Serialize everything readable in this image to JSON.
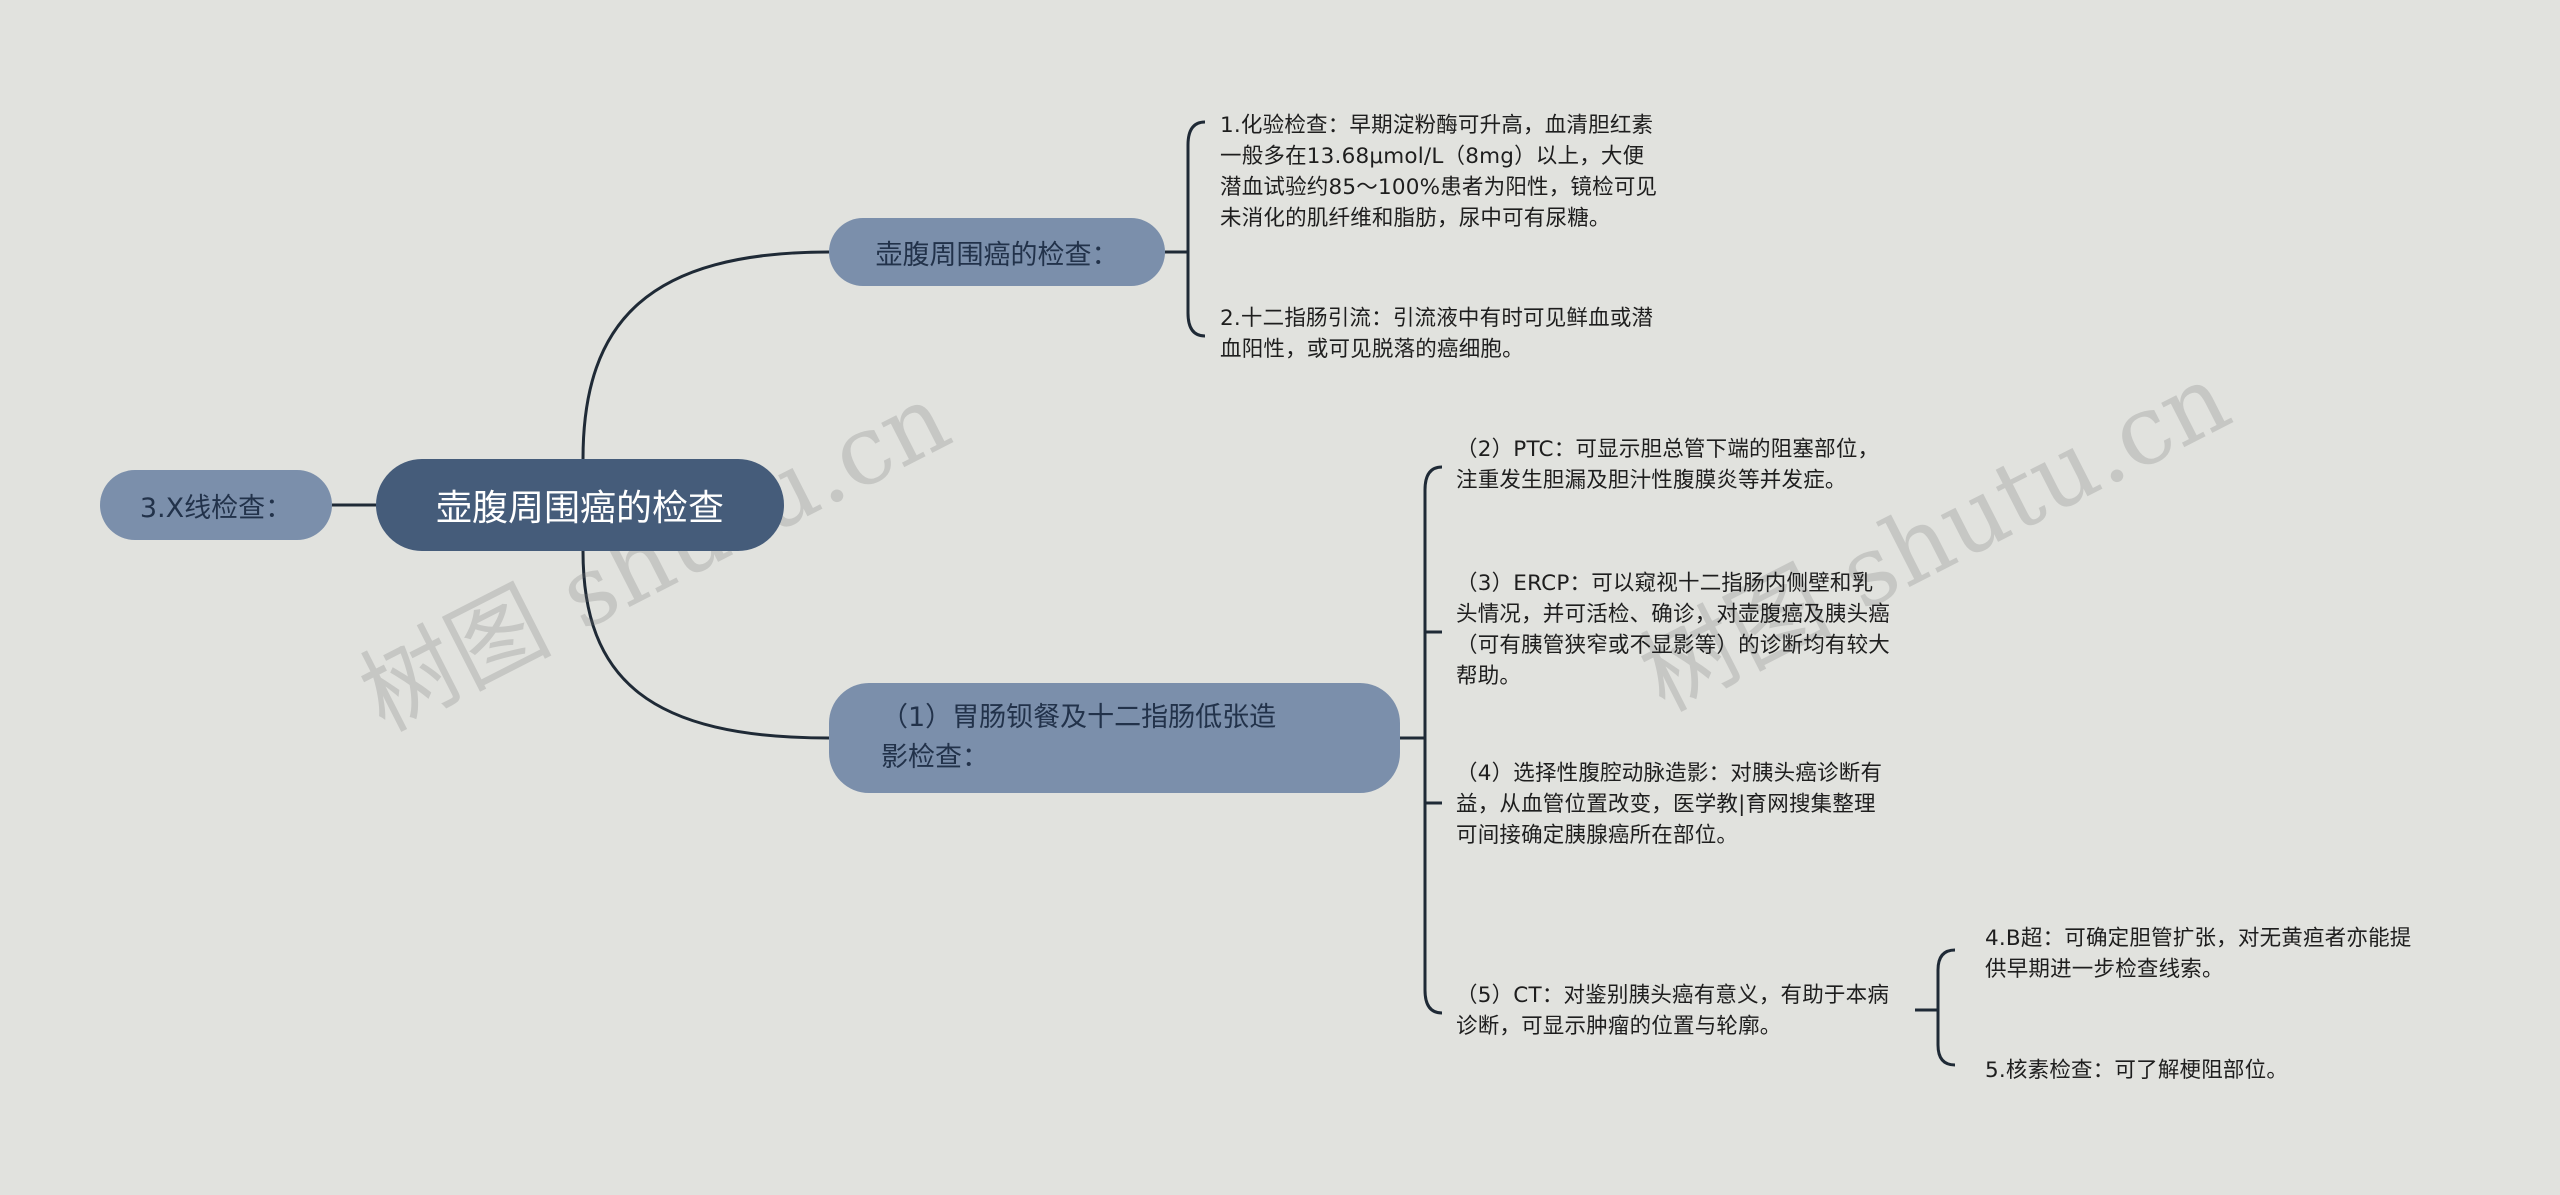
{
  "root": {
    "label": "壶腹周围癌的检查"
  },
  "branches": {
    "left": {
      "label": "3.X线检查："
    },
    "top": {
      "label": "壶腹周围癌的检查：",
      "leaves": [
        "1.化验检查：早期淀粉酶可升高，血清胆红素\n一般多在13.68μmol/L（8mg）以上，大便\n潜血试验约85～100%患者为阳性，镜检可见\n未消化的肌纤维和脂肪，尿中可有尿糖。",
        "2.十二指肠引流：引流液中有时可见鲜血或潜\n血阳性，或可见脱落的癌细胞。"
      ]
    },
    "bottom": {
      "label": "（1）胃肠钡餐及十二指肠低张造\n影检查：",
      "leaves": [
        "（2）PTC：可显示胆总管下端的阻塞部位，\n注重发生胆漏及胆汁性腹膜炎等并发症。",
        "（3）ERCP：可以窥视十二指肠内侧壁和乳\n头情况，并可活检、确诊，对壶腹癌及胰头癌\n（可有胰管狭窄或不显影等）的诊断均有较大\n帮助。",
        "（4）选择性腹腔动脉造影：对胰头癌诊断有\n益，从血管位置改变，医学教|育网搜集整理\n可间接确定胰腺癌所在部位。",
        "（5）CT：对鉴别胰头癌有意义，有助于本病\n诊断，可显示肿瘤的位置与轮廓。"
      ],
      "sub_leaves": [
        "4.B超：可确定胆管扩张，对无黄疸者亦能提\n供早期进一步检查线索。",
        "5.核素检查：可了解梗阻部位。"
      ]
    }
  },
  "watermark": "树图 shutu.cn",
  "colors": {
    "background": "#e1e2de",
    "root_fill": "#455c7a",
    "branch_fill": "#7b8fab",
    "connector": "#1f2a36"
  }
}
